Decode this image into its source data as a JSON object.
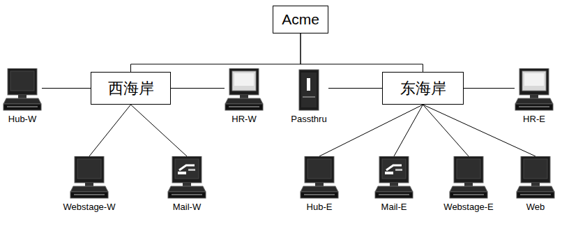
{
  "diagram": {
    "nodes": [
      {
        "text": [
          "Acme"
        ]
      },
      {
        "text": [
          "Hub-W"
        ]
      },
      {
        "text": [
          "西海岸"
        ]
      },
      {
        "text": [
          "HR-W"
        ]
      },
      {
        "text": [
          "Passthru"
        ]
      },
      {
        "text": [
          "东海岸"
        ]
      },
      {
        "text": [
          "HR-E"
        ]
      },
      {
        "text": [
          "Webstage-W"
        ]
      },
      {
        "text": [
          "Mail-W"
        ]
      },
      {
        "text": [
          "Hub-E"
        ]
      },
      {
        "text": [
          "Mail-E"
        ]
      },
      {
        "text": [
          "Webstage-E"
        ]
      },
      {
        "text": [
          "Web"
        ]
      }
    ],
    "edges": [
      {
        "from": 0,
        "to": 2,
        "arrow": "none"
      },
      {
        "from": 0,
        "to": 5,
        "arrow": "none"
      },
      {
        "from": 2,
        "to": 1,
        "arrow": "none"
      },
      {
        "from": 2,
        "to": 3,
        "arrow": "none"
      },
      {
        "from": 2,
        "to": 7,
        "arrow": "none"
      },
      {
        "from": 2,
        "to": 8,
        "arrow": "none"
      },
      {
        "from": 5,
        "to": 4,
        "arrow": "none"
      },
      {
        "from": 5,
        "to": 6,
        "arrow": "none"
      },
      {
        "from": 5,
        "to": 9,
        "arrow": "none"
      },
      {
        "from": 5,
        "to": 10,
        "arrow": "none"
      },
      {
        "from": 5,
        "to": 11,
        "arrow": "none"
      },
      {
        "from": 5,
        "to": 12,
        "arrow": "none"
      }
    ]
  }
}
